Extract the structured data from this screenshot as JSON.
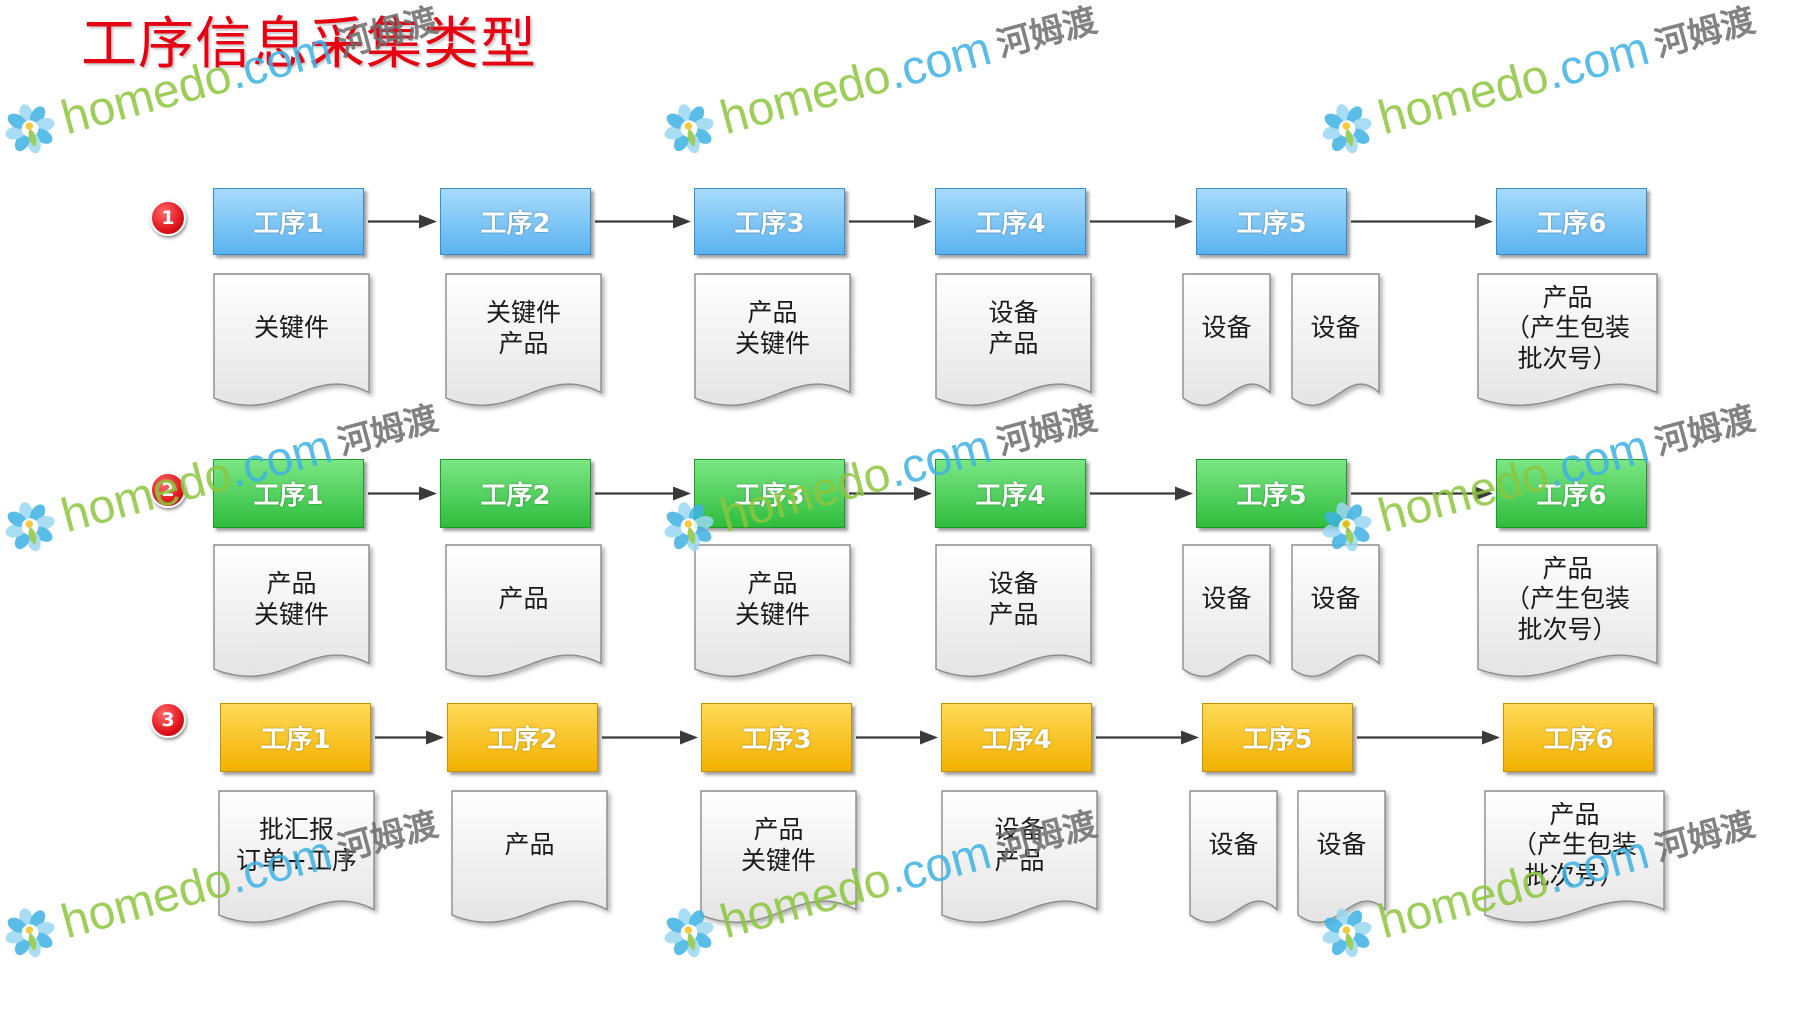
{
  "title": "工序信息采集类型",
  "colors": {
    "title": "#e60012",
    "badge": "#e0141e",
    "arrow": "#3a3a3a",
    "doc_border": "#8c8c8c",
    "doc_fill_top": "#ffffff",
    "doc_fill_bottom": "#e4e4e4",
    "watermark_brand": "#8cc63e",
    "watermark_tld": "#3fb3e4",
    "watermark_petal": "#9ad8f3",
    "watermark_dot": "#f3c31a",
    "watermark_cn": "#6e6e6e"
  },
  "watermark": {
    "brand_main": "homedo",
    "brand_tld": ".com",
    "brand_cn": "河姆渡",
    "logo_icon": "homedo-logo-icon"
  },
  "rows": [
    {
      "badge": "1",
      "box_colors": {
        "top": "#a7dbfc",
        "bottom": "#5ab3f0",
        "border": "#3a8dd0"
      },
      "steps": [
        "工序1",
        "工序2",
        "工序3",
        "工序4",
        "工序5",
        "工序6"
      ],
      "docs": [
        [
          "关键件"
        ],
        [
          "关键件",
          "产品"
        ],
        [
          "产品",
          "关键件"
        ],
        [
          "设备",
          "产品"
        ],
        [
          "设备"
        ],
        [
          "设备"
        ],
        [
          "产品",
          "（产生包装",
          "批次号）"
        ]
      ]
    },
    {
      "badge": "2",
      "box_colors": {
        "top": "#7be685",
        "bottom": "#2fbd3d",
        "border": "#1f9a2d"
      },
      "steps": [
        "工序1",
        "工序2",
        "工序3",
        "工序4",
        "工序5",
        "工序6"
      ],
      "docs": [
        [
          "产品",
          "关键件"
        ],
        [
          "产品"
        ],
        [
          "产品",
          "关键件"
        ],
        [
          "设备",
          "产品"
        ],
        [
          "设备"
        ],
        [
          "设备"
        ],
        [
          "产品",
          "（产生包装",
          "批次号）"
        ]
      ]
    },
    {
      "badge": "3",
      "box_colors": {
        "top": "#ffda58",
        "bottom": "#f2b100",
        "border": "#c99000"
      },
      "steps": [
        "工序1",
        "工序2",
        "工序3",
        "工序4",
        "工序5",
        "工序6"
      ],
      "docs": [
        [
          "批汇报",
          "订单+工序"
        ],
        [
          "产品"
        ],
        [
          "产品",
          "关键件"
        ],
        [
          "设备",
          "产品"
        ],
        [
          "设备"
        ],
        [
          "设备"
        ],
        [
          "产品",
          "（产生包装",
          "批次号）"
        ]
      ]
    }
  ]
}
